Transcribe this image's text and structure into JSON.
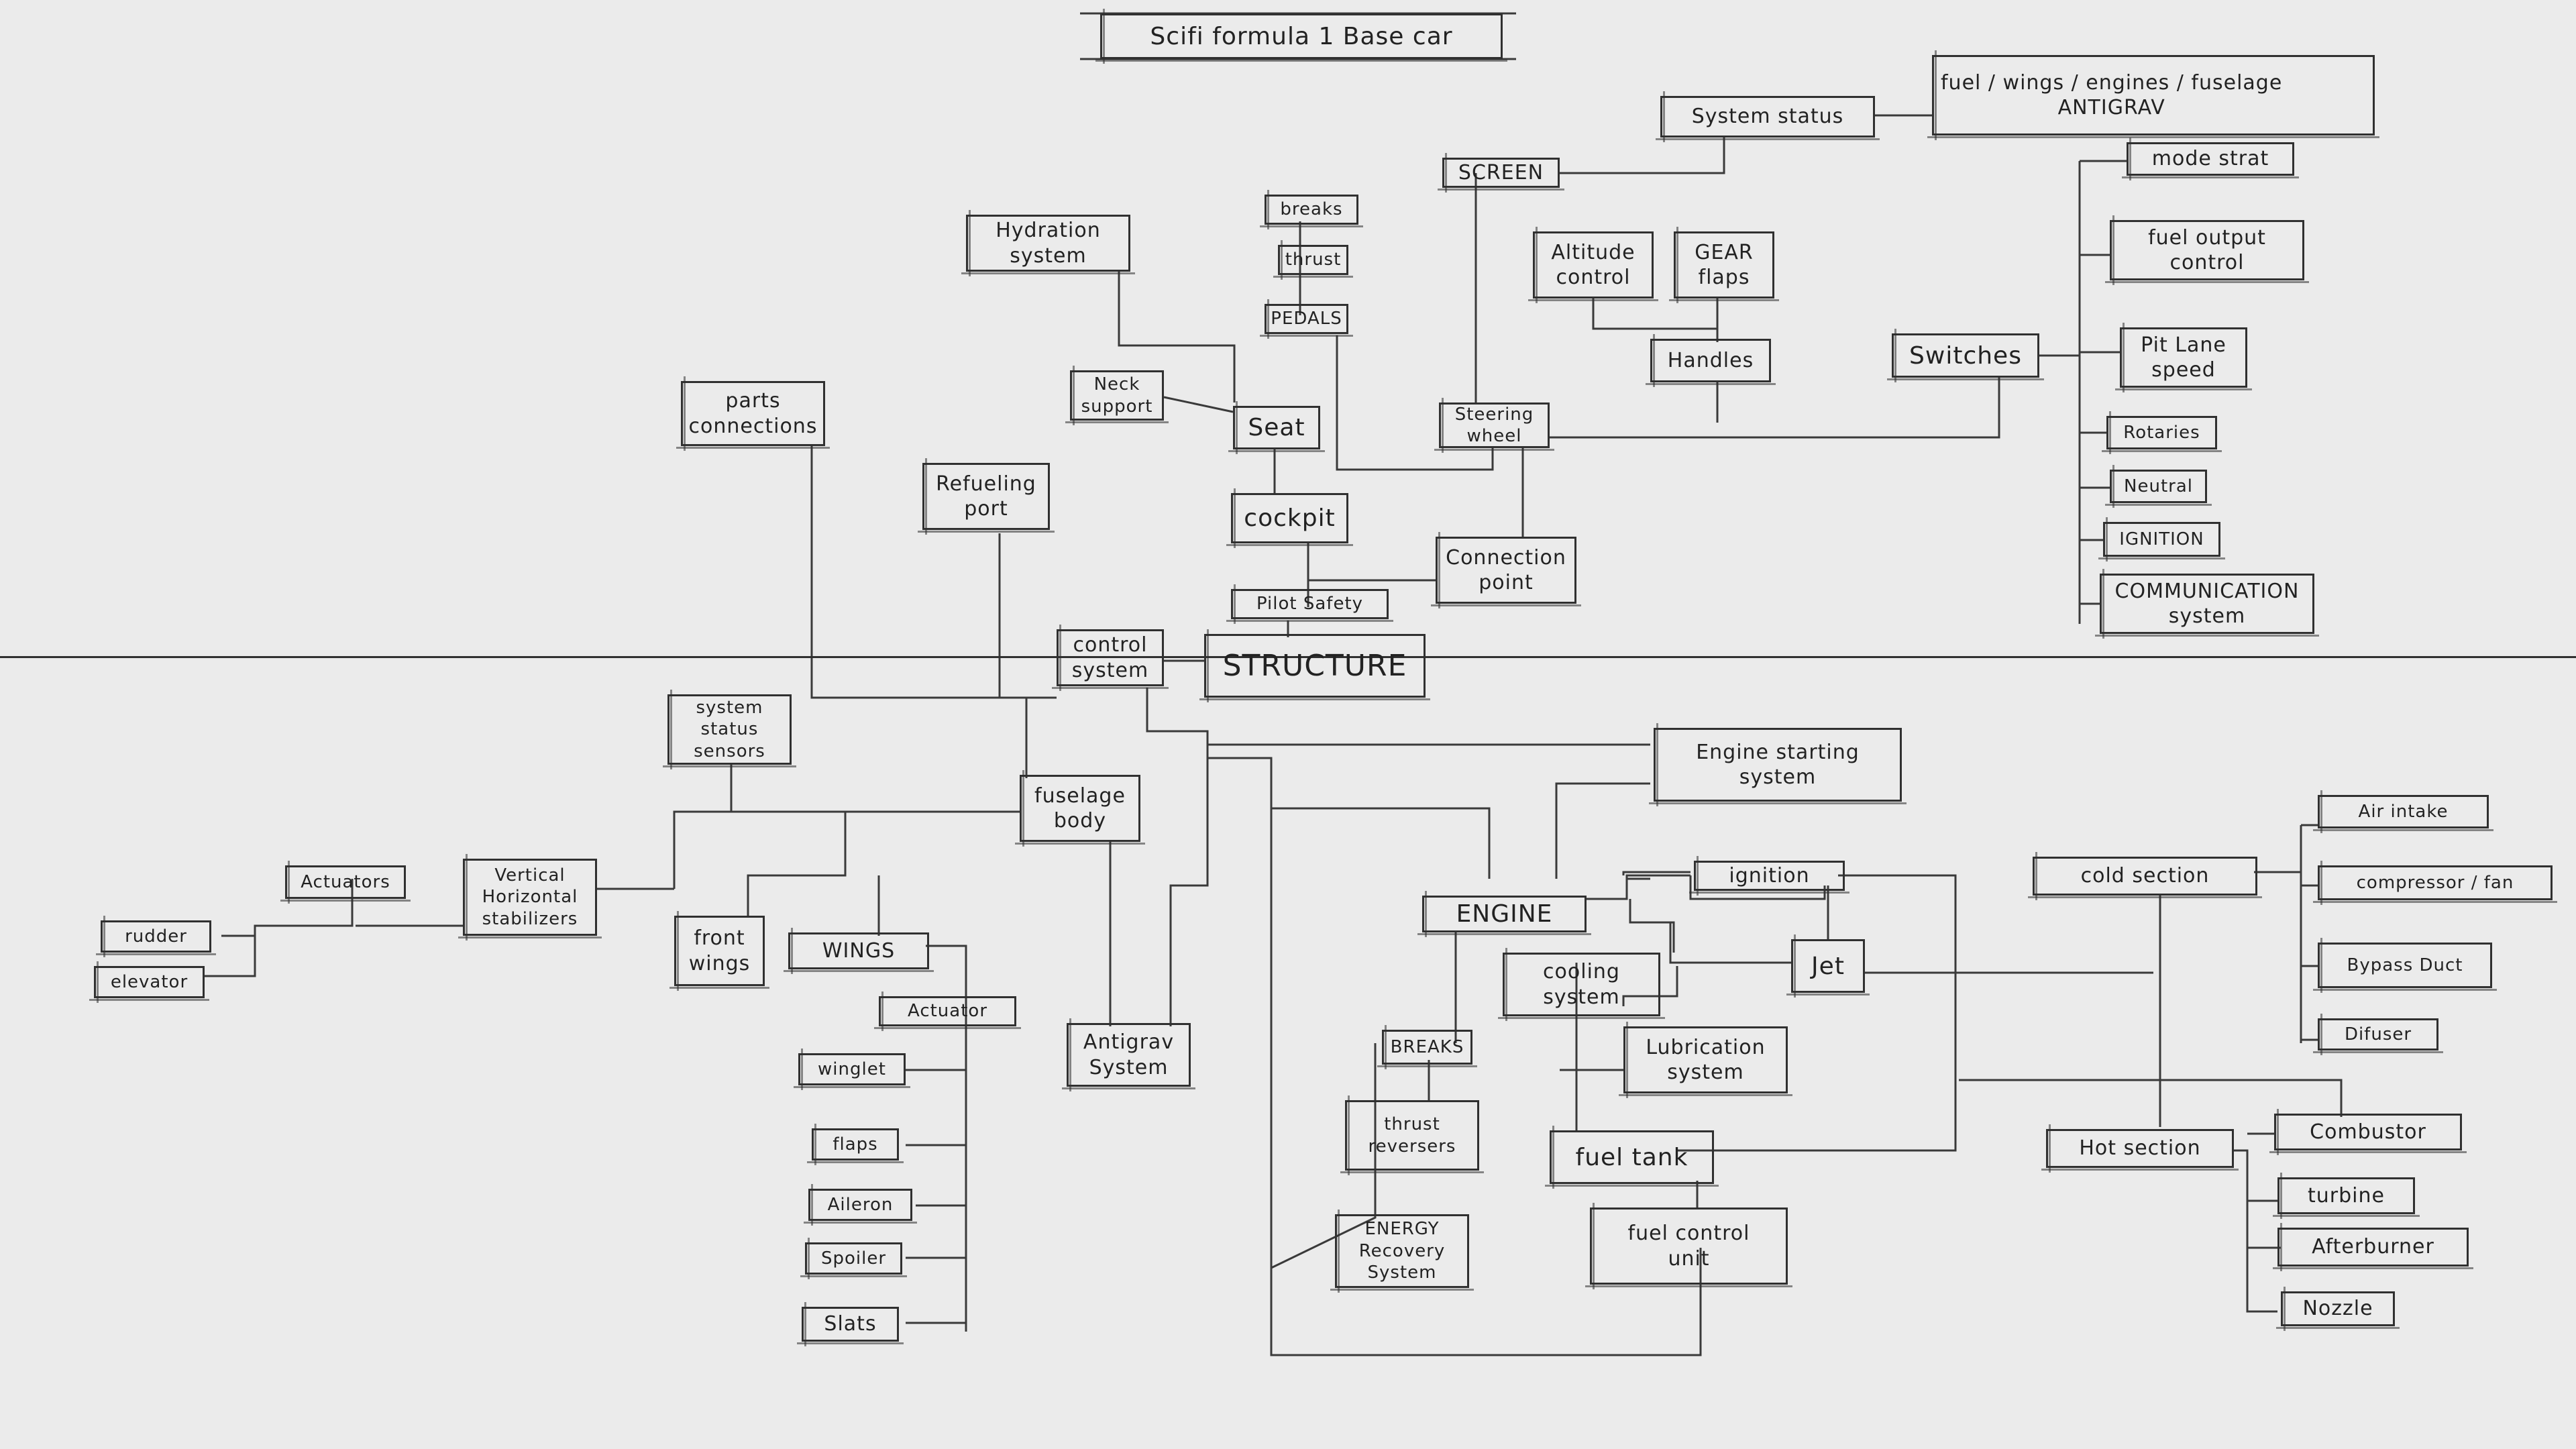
{
  "title": "Scifi formula 1 Base car",
  "nodes": {
    "system_status": "System status",
    "system_status_detail": "fuel / wings / engines / fuselage\nANTIGRAV",
    "screen": "SCREEN",
    "mode_strat": "mode strat",
    "fuel_output_control": "fuel output\ncontrol",
    "pit_lane_speed": "Pit Lane\nspeed",
    "rotaries": "Rotaries",
    "neutral": "Neutral",
    "ignition_switch": "IGNITION",
    "communication_system": "COMMUNICATION\nsystem",
    "switches": "Switches",
    "altitude_control": "Altitude\ncontrol",
    "gear_flaps": "GEAR\nflaps",
    "handles": "Handles",
    "steering_wheel": "Steering\nwheel",
    "connection_point": "Connection\npoint",
    "breaks_top": "breaks",
    "thrust_top": "thrust",
    "pedals": "PEDALS",
    "hydration_system": "Hydration\nsystem",
    "neck_support": "Neck\nsupport",
    "seat": "Seat",
    "cockpit": "cockpit",
    "pilot_safety": "Pilot Safety",
    "parts_connections": "parts\nconnections",
    "refueling_port": "Refueling\nport",
    "control_system": "control\nsystem",
    "structure": "STRUCTURE",
    "system_status_sensors": "system\nstatus\nsensors",
    "fuselage_body": "fuselage\nbody",
    "actuators": "Actuators",
    "vertical_horizontal_stabilizers": "Vertical\nHorizontal\nstabilizers",
    "rudder": "rudder",
    "elevator": "elevator",
    "front_wings": "front\nwings",
    "wings": "WINGS",
    "actuator": "Actuator",
    "winglet": "winglet",
    "flaps": "flaps",
    "aileron": "Aileron",
    "spoiler": "Spoiler",
    "slats": "Slats",
    "antigrav_system": "Antigrav\nSystem",
    "engine_starting_system": "Engine starting\nsystem",
    "engine": "ENGINE",
    "ignition_engine": "ignition",
    "cooling_system": "cooling\nsystem",
    "jet": "Jet",
    "lubrication_system": "Lubrication\nsystem",
    "breaks_bottom": "BREAKS",
    "thrust_reversers": "thrust\nreversers",
    "energy_recovery_system": "ENERGY\nRecovery\nSystem",
    "fuel_tank": "fuel tank",
    "fuel_control_unit": "fuel control\nunit",
    "cold_section": "cold section",
    "air_intake": "Air intake",
    "compressor_fan": "compressor / fan",
    "bypass_duct": "Bypass Duct",
    "diffuser": "Difuser",
    "hot_section": "Hot section",
    "combustor": "Combustor",
    "turbine": "turbine",
    "afterburner": "Afterburner",
    "nozzle": "Nozzle"
  }
}
